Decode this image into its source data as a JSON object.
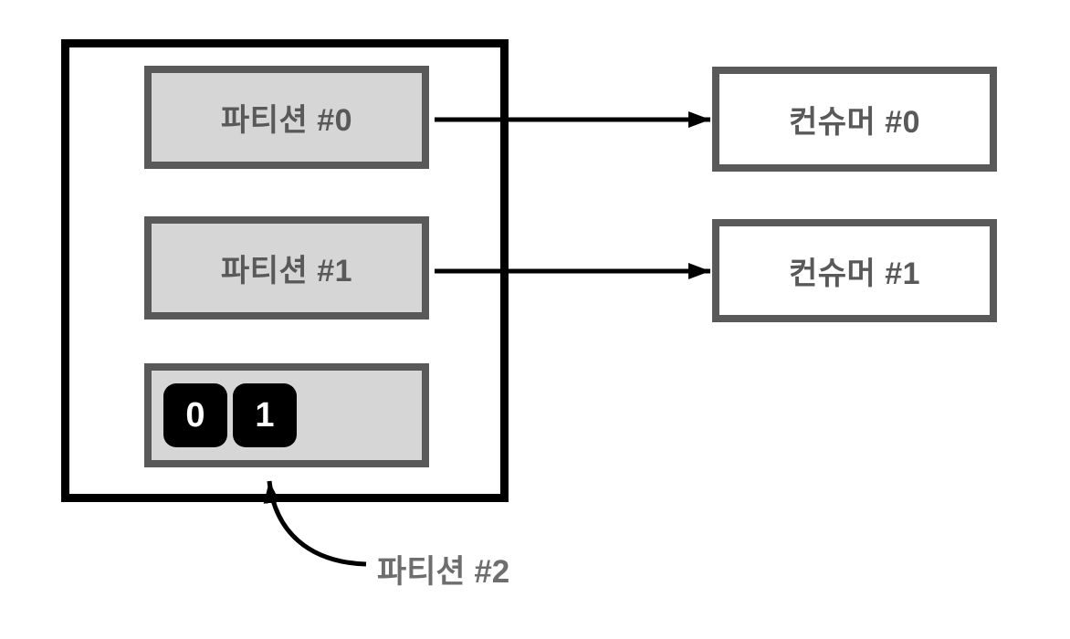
{
  "diagram": {
    "type": "kafka-topic-partition-consumer-mapping",
    "broker": {
      "partitions": [
        {
          "label": "파티션 #0"
        },
        {
          "label": "파티션 #1"
        }
      ],
      "partition2_records": [
        "0",
        "1"
      ]
    },
    "consumers": [
      {
        "label": "컨슈머 #0"
      },
      {
        "label": "컨슈머 #1"
      }
    ],
    "annotation": {
      "label": "파티션 #2"
    },
    "connections": [
      {
        "from": "파티션 #0",
        "to": "컨슈머 #0"
      },
      {
        "from": "파티션 #1",
        "to": "컨슈머 #1"
      }
    ],
    "colors": {
      "outer_border": "#000000",
      "box_border": "#595959",
      "partition_fill": "#d6d6d6",
      "consumer_fill": "#ffffff",
      "box_text": "#595959",
      "record_fill": "#000000",
      "record_text": "#ffffff",
      "annotation_text": "#6e6e6e",
      "arrow": "#000000",
      "background": "#ffffff"
    }
  }
}
